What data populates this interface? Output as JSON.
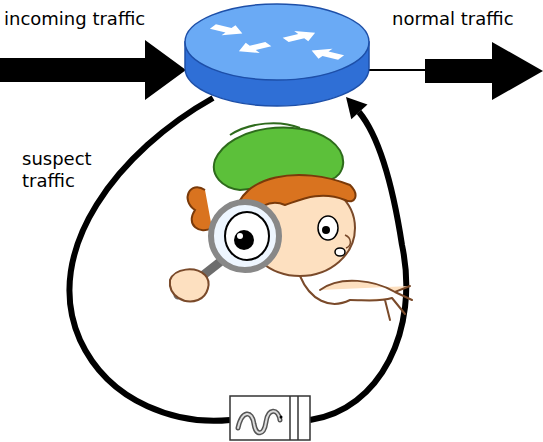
{
  "diagram": {
    "labels": [
      "incoming traffic",
      "normal traffic",
      "suspect traffic"
    ]
  }
}
